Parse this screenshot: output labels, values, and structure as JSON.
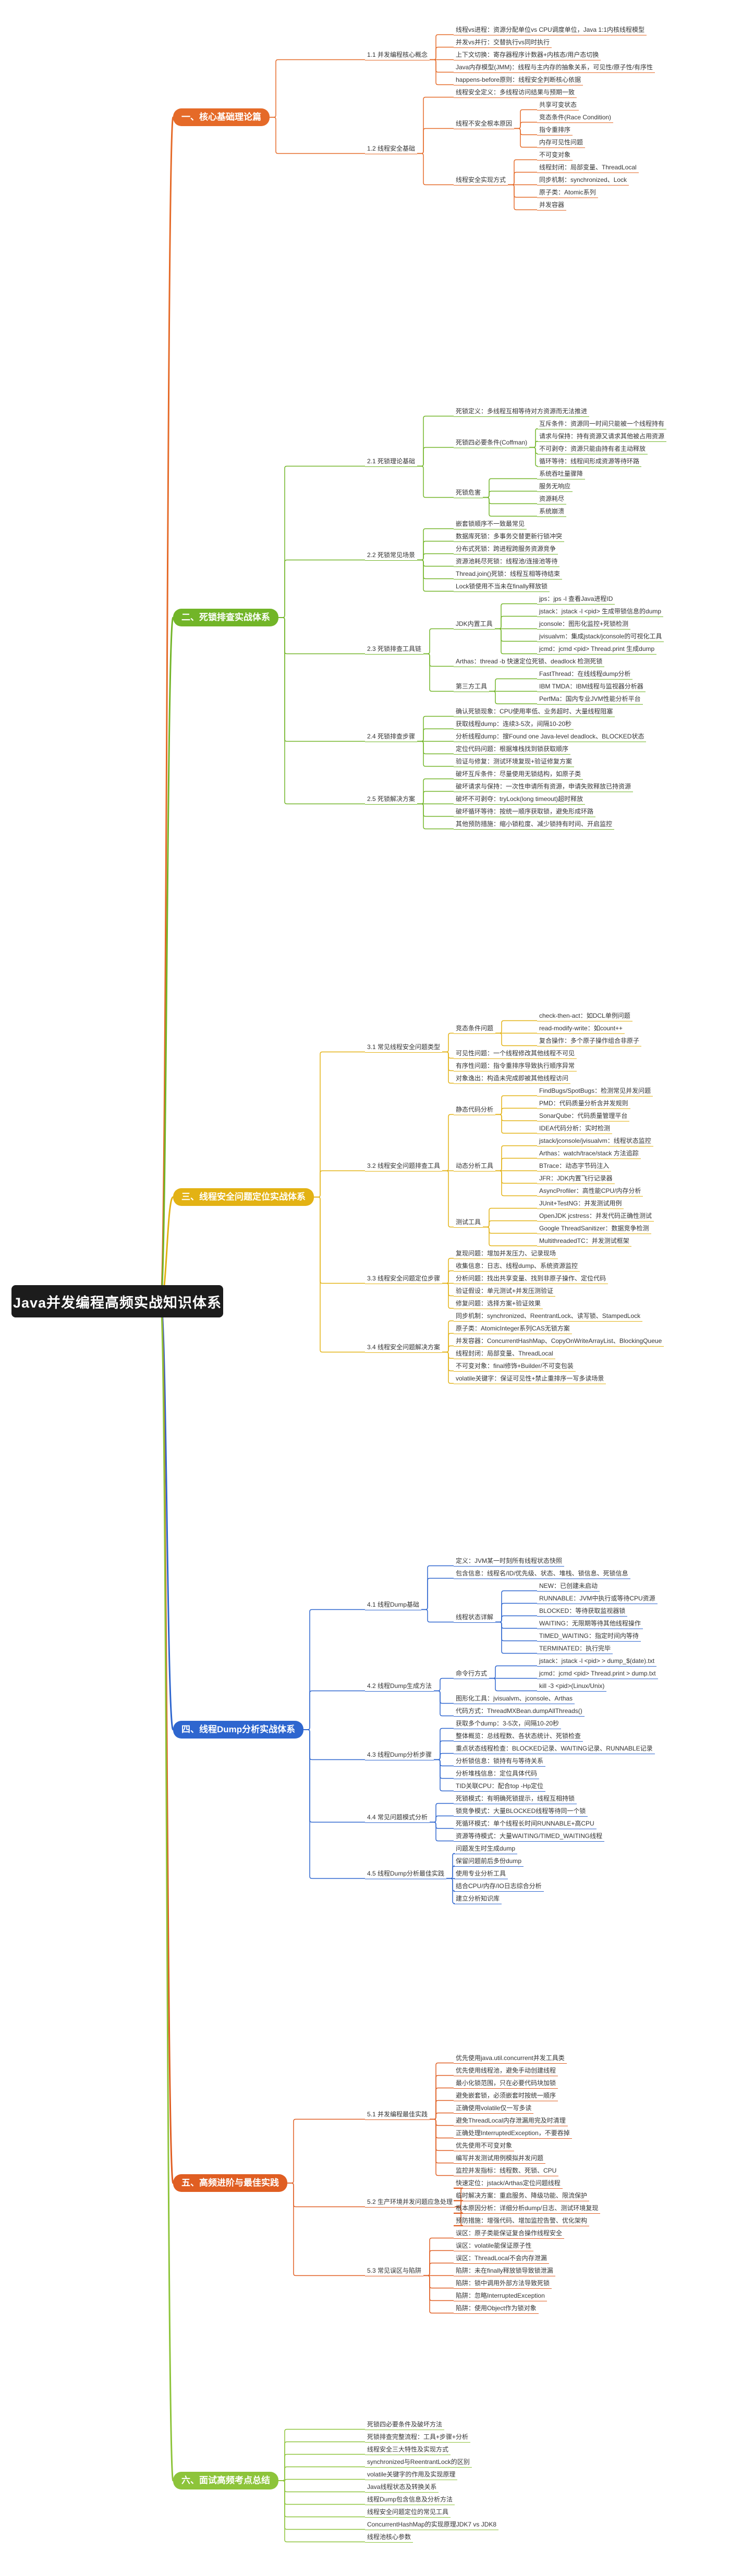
{
  "root": "Java并发编程高频实战知识体系",
  "colors": [
    "#e56a28",
    "#72b528",
    "#e3b214",
    "#2e66cf",
    "#e05e22",
    "#8dc43a"
  ],
  "branches": [
    {
      "label": "一、核心基础理论篇",
      "children": [
        {
          "label": "1.1 并发编程核心概念",
          "children": [
            {
              "label": "线程vs进程：资源分配单位vs CPU调度单位，Java 1:1内核线程模型"
            },
            {
              "label": "并发vs并行：交替执行vs同时执行"
            },
            {
              "label": "上下文切换：寄存器程序计数器+内核态/用户态切换"
            },
            {
              "label": "Java内存模型(JMM)：线程与主内存的抽象关系，可见性/原子性/有序性"
            },
            {
              "label": "happens-before原则：线程安全判断核心依据"
            }
          ]
        },
        {
          "label": "1.2 线程安全基础",
          "children": [
            {
              "label": "线程安全定义：多线程访问结果与预期一致"
            },
            {
              "label": "线程不安全根本原因",
              "children": [
                {
                  "label": "共享可变状态"
                },
                {
                  "label": "竞态条件(Race Condition)"
                },
                {
                  "label": "指令重排序"
                },
                {
                  "label": "内存可见性问题"
                }
              ]
            },
            {
              "label": "线程安全实现方式",
              "children": [
                {
                  "label": "不可变对象"
                },
                {
                  "label": "线程封闭：局部变量、ThreadLocal"
                },
                {
                  "label": "同步机制：synchronized、Lock"
                },
                {
                  "label": "原子类：Atomic系列"
                },
                {
                  "label": "并发容器"
                }
              ]
            }
          ]
        }
      ]
    },
    {
      "label": "二、死锁排查实战体系",
      "children": [
        {
          "label": "2.1 死锁理论基础",
          "children": [
            {
              "label": "死锁定义：多线程互相等待对方资源而无法推进"
            },
            {
              "label": "死锁四必要条件(Coffman)",
              "children": [
                {
                  "label": "互斥条件：资源同一时间只能被一个线程持有"
                },
                {
                  "label": "请求与保持：持有资源又请求其他被占用资源"
                },
                {
                  "label": "不可剥夺：资源只能由持有者主动释放"
                },
                {
                  "label": "循环等待：线程间形成资源等待环路"
                }
              ]
            },
            {
              "label": "死锁危害",
              "children": [
                {
                  "label": "系统吞吐量骤降"
                },
                {
                  "label": "服务无响应"
                },
                {
                  "label": "资源耗尽"
                },
                {
                  "label": "系统崩溃"
                }
              ]
            }
          ]
        },
        {
          "label": "2.2 死锁常见场景",
          "children": [
            {
              "label": "嵌套锁顺序不一致最常见"
            },
            {
              "label": "数据库死锁：多事务交替更新行锁冲突"
            },
            {
              "label": "分布式死锁：跨进程跨服务资源竞争"
            },
            {
              "label": "资源池耗尽死锁：线程池/连接池等待"
            },
            {
              "label": "Thread.join()死锁：线程互相等待结束"
            },
            {
              "label": "Lock锁使用不当未在finally释放锁"
            }
          ]
        },
        {
          "label": "2.3 死锁排查工具链",
          "children": [
            {
              "label": "JDK内置工具",
              "children": [
                {
                  "label": "jps：jps -l 查看Java进程ID"
                },
                {
                  "label": "jstack：jstack -l <pid> 生成带锁信息的dump"
                },
                {
                  "label": "jconsole：图形化监控+死锁检测"
                },
                {
                  "label": "jvisualvm：集成jstack/jconsole的可视化工具"
                },
                {
                  "label": "jcmd：jcmd <pid> Thread.print 生成dump"
                }
              ]
            },
            {
              "label": "Arthas：thread -b 快速定位死锁、deadlock 检测死锁"
            },
            {
              "label": "第三方工具",
              "children": [
                {
                  "label": "FastThread：在线线程dump分析"
                },
                {
                  "label": "IBM TMDA：IBM线程与监视器分析器"
                },
                {
                  "label": "PerfMa：国内专业JVM性能分析平台"
                }
              ]
            }
          ]
        },
        {
          "label": "2.4 死锁排查步骤",
          "children": [
            {
              "label": "确认死锁现象：CPU使用率低、业务超时、大量线程阻塞"
            },
            {
              "label": "获取线程dump：连续3-5次，间隔10-20秒"
            },
            {
              "label": "分析线程dump：搜Found one Java-level deadlock、BLOCKED状态"
            },
            {
              "label": "定位代码问题：根据堆栈找到锁获取顺序"
            },
            {
              "label": "验证与修复：测试环境复现+验证修复方案"
            }
          ]
        },
        {
          "label": "2.5 死锁解决方案",
          "children": [
            {
              "label": "破坏互斥条件：尽量使用无锁结构，如原子类"
            },
            {
              "label": "破坏请求与保持：一次性申请所有资源，申请失败释放已持资源"
            },
            {
              "label": "破坏不可剥夺：tryLock(long timeout)超时释放"
            },
            {
              "label": "破坏循环等待：按统一顺序获取锁，避免形成环路"
            },
            {
              "label": "其他预防措施：缩小锁粒度、减少锁持有时间、开启监控"
            }
          ]
        }
      ]
    },
    {
      "label": "三、线程安全问题定位实战体系",
      "children": [
        {
          "label": "3.1 常见线程安全问题类型",
          "children": [
            {
              "label": "竞态条件问题",
              "children": [
                {
                  "label": "check-then-act：如DCL单例问题"
                },
                {
                  "label": "read-modify-write：如count++"
                },
                {
                  "label": "复合操作：多个原子操作组合非原子"
                }
              ]
            },
            {
              "label": "可见性问题：一个线程修改其他线程不可见"
            },
            {
              "label": "有序性问题：指令重排序导致执行顺序异常"
            },
            {
              "label": "对象逸出：构造未完成即被其他线程访问"
            }
          ]
        },
        {
          "label": "3.2 线程安全问题排查工具",
          "children": [
            {
              "label": "静态代码分析",
              "children": [
                {
                  "label": "FindBugs/SpotBugs：检测常见并发问题"
                },
                {
                  "label": "PMD：代码质量分析含并发规则"
                },
                {
                  "label": "SonarQube：代码质量管理平台"
                },
                {
                  "label": "IDEA代码分析：实时检测"
                }
              ]
            },
            {
              "label": "动态分析工具",
              "children": [
                {
                  "label": "jstack/jconsole/jvisualvm：线程状态监控"
                },
                {
                  "label": "Arthas：watch/trace/stack 方法追踪"
                },
                {
                  "label": "BTrace：动态字节码注入"
                },
                {
                  "label": "JFR：JDK内置飞行记录器"
                },
                {
                  "label": "AsyncProfiler：高性能CPU/内存分析"
                }
              ]
            },
            {
              "label": "测试工具",
              "children": [
                {
                  "label": "JUnit+TestNG：并发测试用例"
                },
                {
                  "label": "OpenJDK jcstress：并发代码正确性测试"
                },
                {
                  "label": "Google ThreadSanitizer：数据竞争检测"
                },
                {
                  "label": "MultithreadedTC：并发测试框架"
                }
              ]
            }
          ]
        },
        {
          "label": "3.3 线程安全问题定位步骤",
          "children": [
            {
              "label": "复现问题：增加并发压力、记录现场"
            },
            {
              "label": "收集信息：日志、线程dump、系统资源监控"
            },
            {
              "label": "分析问题：找出共享变量、找到非原子操作、定位代码"
            },
            {
              "label": "验证假设：单元测试+并发压测验证"
            },
            {
              "label": "修复问题：选择方案+验证效果"
            }
          ]
        },
        {
          "label": "3.4 线程安全问题解决方案",
          "children": [
            {
              "label": "同步机制：synchronized、ReentrantLock、读写锁、StampedLock"
            },
            {
              "label": "原子类：AtomicInteger系列CAS无锁方案"
            },
            {
              "label": "并发容器：ConcurrentHashMap、CopyOnWriteArrayList、BlockingQueue"
            },
            {
              "label": "线程封闭：局部变量、ThreadLocal"
            },
            {
              "label": "不可变对象：final修饰+Builder/不可变包装"
            },
            {
              "label": "volatile关键字：保证可见性+禁止重排序一写多读场景"
            }
          ]
        }
      ]
    },
    {
      "label": "四、线程Dump分析实战体系",
      "children": [
        {
          "label": "4.1 线程Dump基础",
          "children": [
            {
              "label": "定义：JVM某一时刻所有线程状态快照"
            },
            {
              "label": "包含信息：线程名/ID/优先级、状态、堆栈、锁信息、死锁信息"
            },
            {
              "label": "线程状态详解",
              "children": [
                {
                  "label": "NEW：已创建未启动"
                },
                {
                  "label": "RUNNABLE：JVM中执行或等待CPU资源"
                },
                {
                  "label": "BLOCKED：等待获取监视器锁"
                },
                {
                  "label": "WAITING：无限期等待其他线程操作"
                },
                {
                  "label": "TIMED_WAITING：指定时间内等待"
                },
                {
                  "label": "TERMINATED：执行完毕"
                }
              ]
            }
          ]
        },
        {
          "label": "4.2 线程Dump生成方法",
          "children": [
            {
              "label": "命令行方式",
              "children": [
                {
                  "label": "jstack：jstack -l <pid> > dump_$(date).txt"
                },
                {
                  "label": "jcmd：jcmd <pid> Thread.print > dump.txt"
                },
                {
                  "label": "kill -3 <pid>(Linux/Unix)"
                }
              ]
            },
            {
              "label": "图形化工具：jvisualvm、jconsole、Arthas"
            },
            {
              "label": "代码方式：ThreadMXBean.dumpAllThreads()"
            }
          ]
        },
        {
          "label": "4.3 线程Dump分析步骤",
          "children": [
            {
              "label": "获取多个dump：3-5次，间隔10-20秒"
            },
            {
              "label": "整体概览：总线程数、各状态统计、死锁检查"
            },
            {
              "label": "重点状态线程检查：BLOCKED记录、WAITING记录、RUNNABLE记录"
            },
            {
              "label": "分析锁信息：锁持有与等待关系"
            },
            {
              "label": "分析堆栈信息：定位具体代码"
            },
            {
              "label": "TID关联CPU：配合top -Hp定位"
            }
          ]
        },
        {
          "label": "4.4 常见问题模式分析",
          "children": [
            {
              "label": "死锁模式：有明确死锁提示，线程互相持锁"
            },
            {
              "label": "锁竞争模式：大量BLOCKED线程等待同一个锁"
            },
            {
              "label": "死循环模式：单个线程长时间RUNNABLE+高CPU"
            },
            {
              "label": "资源等待模式：大量WAITING/TIMED_WAITING线程"
            }
          ]
        },
        {
          "label": "4.5 线程Dump分析最佳实践",
          "children": [
            {
              "label": "问题发生时生成dump"
            },
            {
              "label": "保留问题前后多份dump"
            },
            {
              "label": "使用专业分析工具"
            },
            {
              "label": "结合CPU/内存/IO日志综合分析"
            },
            {
              "label": "建立分析知识库"
            }
          ]
        }
      ]
    },
    {
      "label": "五、高频进阶与最佳实践",
      "children": [
        {
          "label": "5.1 并发编程最佳实践",
          "children": [
            {
              "label": "优先使用java.util.concurrent并发工具类"
            },
            {
              "label": "优先使用线程池，避免手动创建线程"
            },
            {
              "label": "最小化锁范围，只在必要代码块加锁"
            },
            {
              "label": "避免嵌套锁，必须嵌套时按统一顺序"
            },
            {
              "label": "正确使用volatile仅一写多读"
            },
            {
              "label": "避免ThreadLocal内存泄漏用完及时清理"
            },
            {
              "label": "正确处理InterruptedException，不要吞掉"
            },
            {
              "label": "优先使用不可变对象"
            },
            {
              "label": "编写并发测试用例模拟并发问题"
            },
            {
              "label": "监控并发指标：线程数、死锁、CPU"
            }
          ]
        },
        {
          "label": "5.2 生产环境并发问题应急处理",
          "children": [
            {
              "label": "快速定位：jstack/Arthas定位问题线程"
            },
            {
              "label": "临时解决方案：重启服务、降级功能、限流保护"
            },
            {
              "label": "根本原因分析：详细分析dump/日志、测试环境复现"
            },
            {
              "label": "预防措施：增强代码、增加监控告警、优化架构"
            }
          ]
        },
        {
          "label": "5.3 常见误区与陷阱",
          "children": [
            {
              "label": "误区：原子类能保证复合操作线程安全"
            },
            {
              "label": "误区：volatile能保证原子性"
            },
            {
              "label": "误区：ThreadLocal不会内存泄漏"
            },
            {
              "label": "陷阱：未在finally释放锁导致锁泄漏"
            },
            {
              "label": "陷阱：锁中调用外部方法导致死锁"
            },
            {
              "label": "陷阱：忽略InterruptedException"
            },
            {
              "label": "陷阱：使用Object作为锁对象"
            }
          ]
        }
      ]
    },
    {
      "label": "六、面试高频考点总结",
      "children": [
        {
          "label": "死锁四必要条件及破坏方法"
        },
        {
          "label": "死锁排查完整流程：工具+步骤+分析"
        },
        {
          "label": "线程安全三大特性及实现方式"
        },
        {
          "label": "synchronized与ReentrantLock的区别"
        },
        {
          "label": "volatile关键字的作用及实现原理"
        },
        {
          "label": "Java线程状态及转换关系"
        },
        {
          "label": "线程Dump包含信息及分析方法"
        },
        {
          "label": "线程安全问题定位的常见工具"
        },
        {
          "label": "ConcurrentHashMap的实现原理JDK7 vs JDK8"
        },
        {
          "label": "线程池核心参数"
        }
      ]
    }
  ]
}
